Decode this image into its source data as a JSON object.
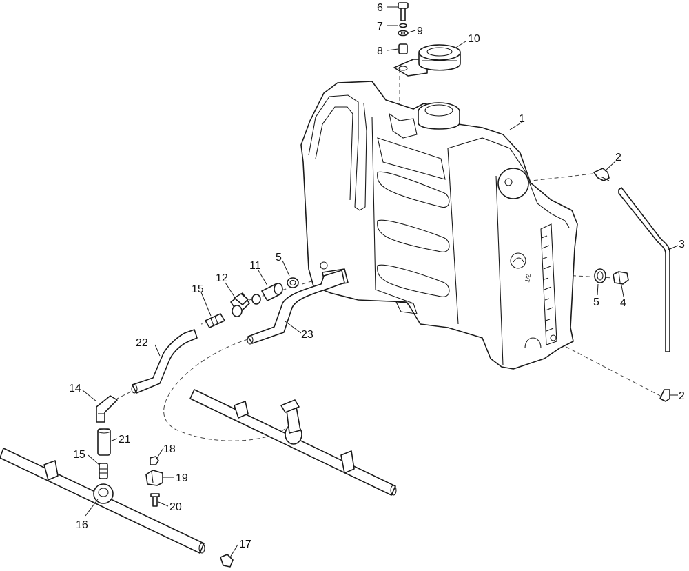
{
  "callouts": {
    "c1": "1",
    "c2a": "2",
    "c2b": "2",
    "c3": "3",
    "c4": "4",
    "c5a": "5",
    "c5b": "5",
    "c6": "6",
    "c7": "7",
    "c8": "8",
    "c9": "9",
    "c10": "10",
    "c11": "11",
    "c12": "12",
    "c14": "14",
    "c15a": "15",
    "c15b": "15",
    "c16": "16",
    "c17": "17",
    "c18": "18",
    "c19": "19",
    "c20": "20",
    "c21": "21",
    "c22": "22",
    "c23": "23"
  },
  "tank_marking": "1/2",
  "colors": {
    "line": "#1a1a1a",
    "background": "#ffffff"
  }
}
